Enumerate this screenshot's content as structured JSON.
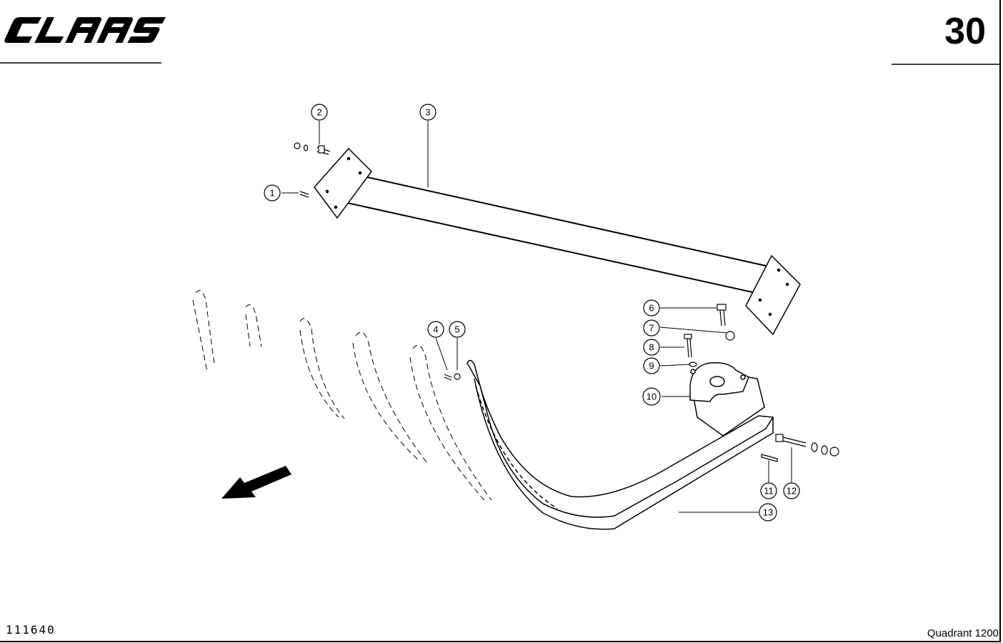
{
  "header": {
    "brand": "CLAAS",
    "page_number": "30"
  },
  "footer": {
    "drawing_number": "111640",
    "model": "Quadrant 1200"
  },
  "callouts": [
    "1",
    "2",
    "3",
    "4",
    "5",
    "6",
    "7",
    "8",
    "9",
    "10",
    "11",
    "12",
    "13"
  ],
  "colors": {
    "ink": "#000000",
    "paper": "#ffffff"
  }
}
